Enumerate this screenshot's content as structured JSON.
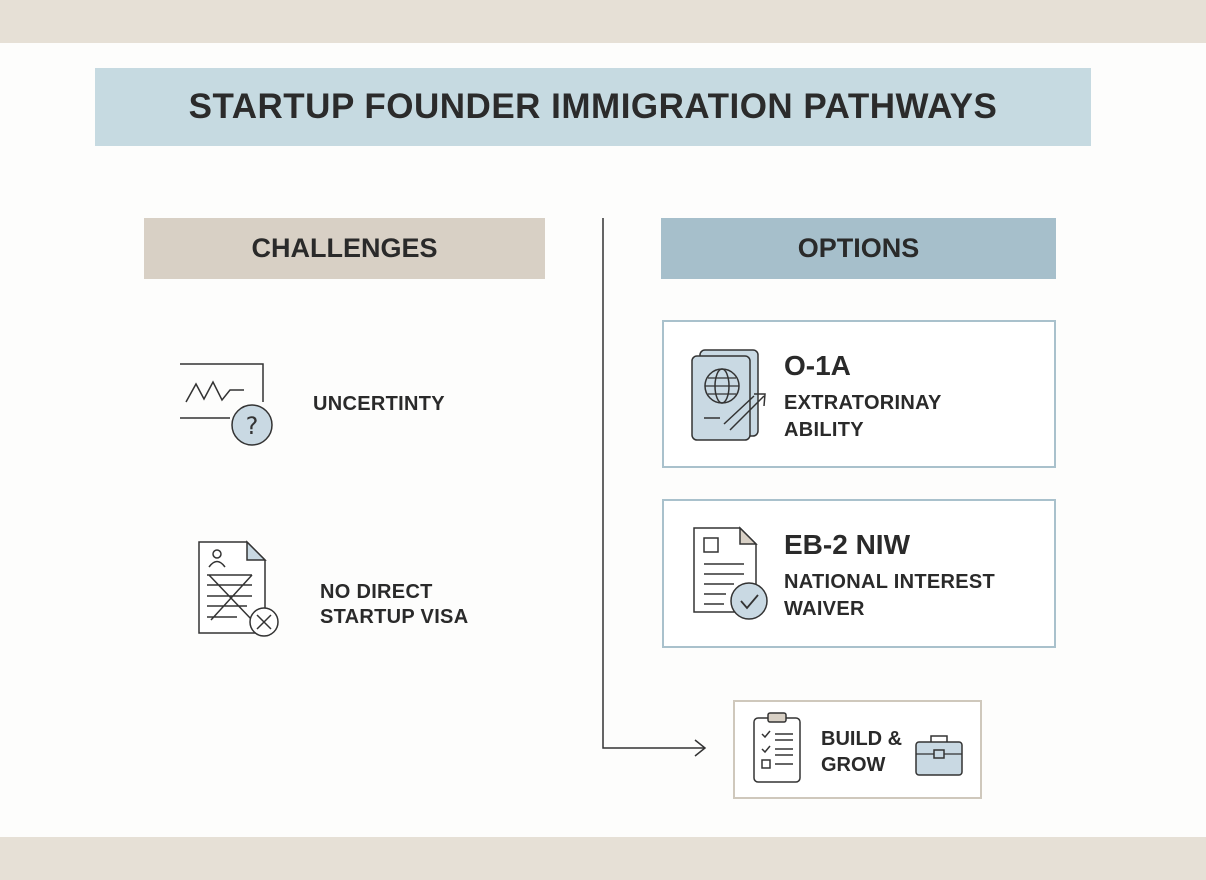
{
  "title": "STARTUP FOUNDER IMMIGRATION PATHWAYS",
  "challenges": {
    "header": "CHALLENGES",
    "items": [
      {
        "label": "UNCERTINTY",
        "icon": "chart-question-icon"
      },
      {
        "label_lines": [
          "NO DIRECT",
          "STARTUP VISA"
        ],
        "icon": "document-rejected-icon"
      }
    ]
  },
  "options": {
    "header": "OPTIONS",
    "items": [
      {
        "title": "O-1A",
        "subtitle_lines": [
          "EXTRATORINAY",
          "ABILITY"
        ],
        "icon": "passport-growth-icon"
      },
      {
        "title": "EB-2 NIW",
        "subtitle_lines": [
          "NATIONAL INTEREST",
          "WAIVER"
        ],
        "icon": "document-approved-icon"
      }
    ]
  },
  "outcome": {
    "label_lines": [
      "BUILD &",
      "GROW"
    ],
    "icons": [
      "checklist-icon",
      "briefcase-icon"
    ]
  },
  "colors": {
    "band": "#e6e0d6",
    "title_bg": "#c6dae1",
    "challenges_bg": "#d8d0c5",
    "options_bg": "#a6bfcb",
    "card_border": "#a9c1cc",
    "icon_fill": "#c9d9e3"
  }
}
